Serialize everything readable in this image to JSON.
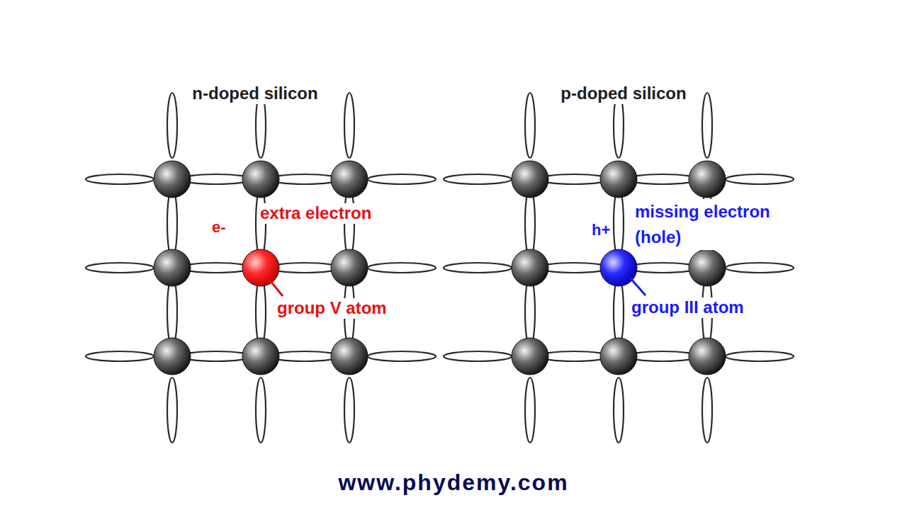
{
  "diagram": {
    "labels": [
      "n-doped silicon",
      "p-doped silicon",
      "e-",
      "extra electron",
      "group V atom",
      "h+",
      "missing electron (hole)",
      "group III atom",
      "www.phydemy.com"
    ]
  }
}
